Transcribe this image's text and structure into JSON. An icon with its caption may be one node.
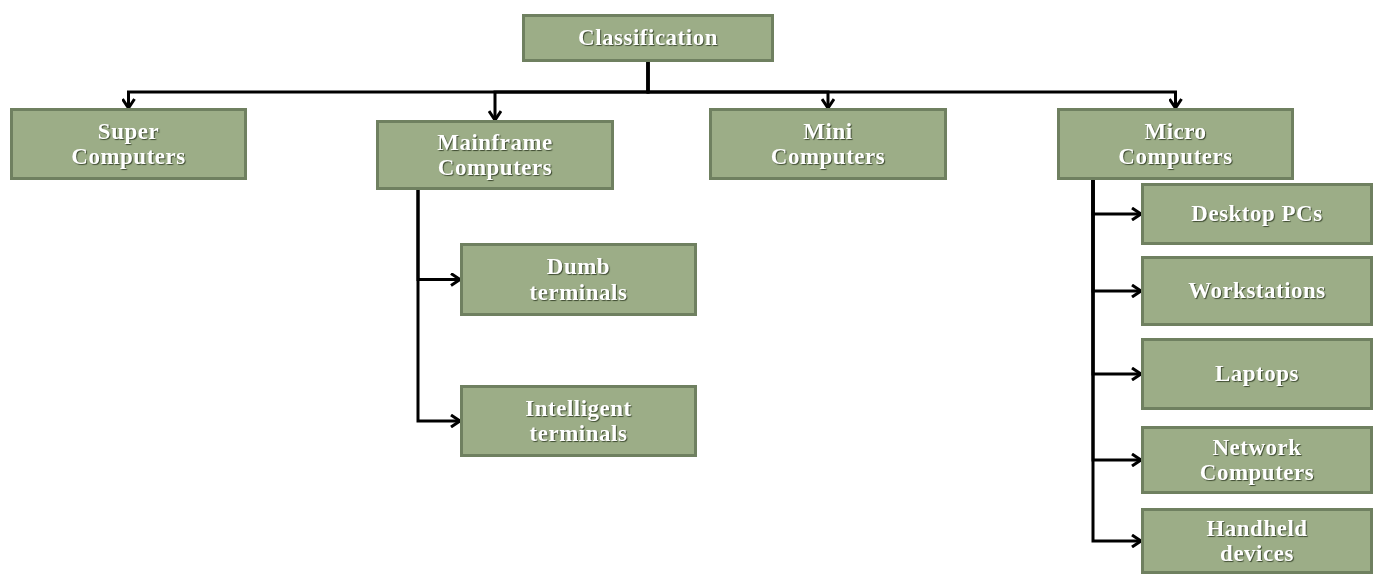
{
  "diagram": {
    "nodes": [
      {
        "text": [
          "Classification"
        ]
      },
      {
        "text": [
          "Super Computers"
        ]
      },
      {
        "text": [
          "Mainframe Computers"
        ]
      },
      {
        "text": [
          "Mini Computers"
        ]
      },
      {
        "text": [
          "Micro Computers"
        ]
      },
      {
        "text": [
          "Dumb terminals"
        ]
      },
      {
        "text": [
          "Intelligent terminals"
        ]
      },
      {
        "text": [
          "Desktop PCs"
        ]
      },
      {
        "text": [
          "Workstations"
        ]
      },
      {
        "text": [
          "Laptops"
        ]
      },
      {
        "text": [
          "Network Computers"
        ]
      },
      {
        "text": [
          "Handheld devices"
        ]
      }
    ],
    "edges": [
      {
        "from": 0,
        "to": 1,
        "arrow": "to"
      },
      {
        "from": 0,
        "to": 2,
        "arrow": "to"
      },
      {
        "from": 0,
        "to": 3,
        "arrow": "to"
      },
      {
        "from": 0,
        "to": 4,
        "arrow": "to"
      },
      {
        "from": 2,
        "to": 5,
        "arrow": "to"
      },
      {
        "from": 2,
        "to": 6,
        "arrow": "to"
      },
      {
        "from": 4,
        "to": 7,
        "arrow": "to"
      },
      {
        "from": 4,
        "to": 8,
        "arrow": "to"
      },
      {
        "from": 4,
        "to": 9,
        "arrow": "to"
      },
      {
        "from": 4,
        "to": 10,
        "arrow": "to"
      },
      {
        "from": 4,
        "to": 11,
        "arrow": "to"
      }
    ]
  }
}
